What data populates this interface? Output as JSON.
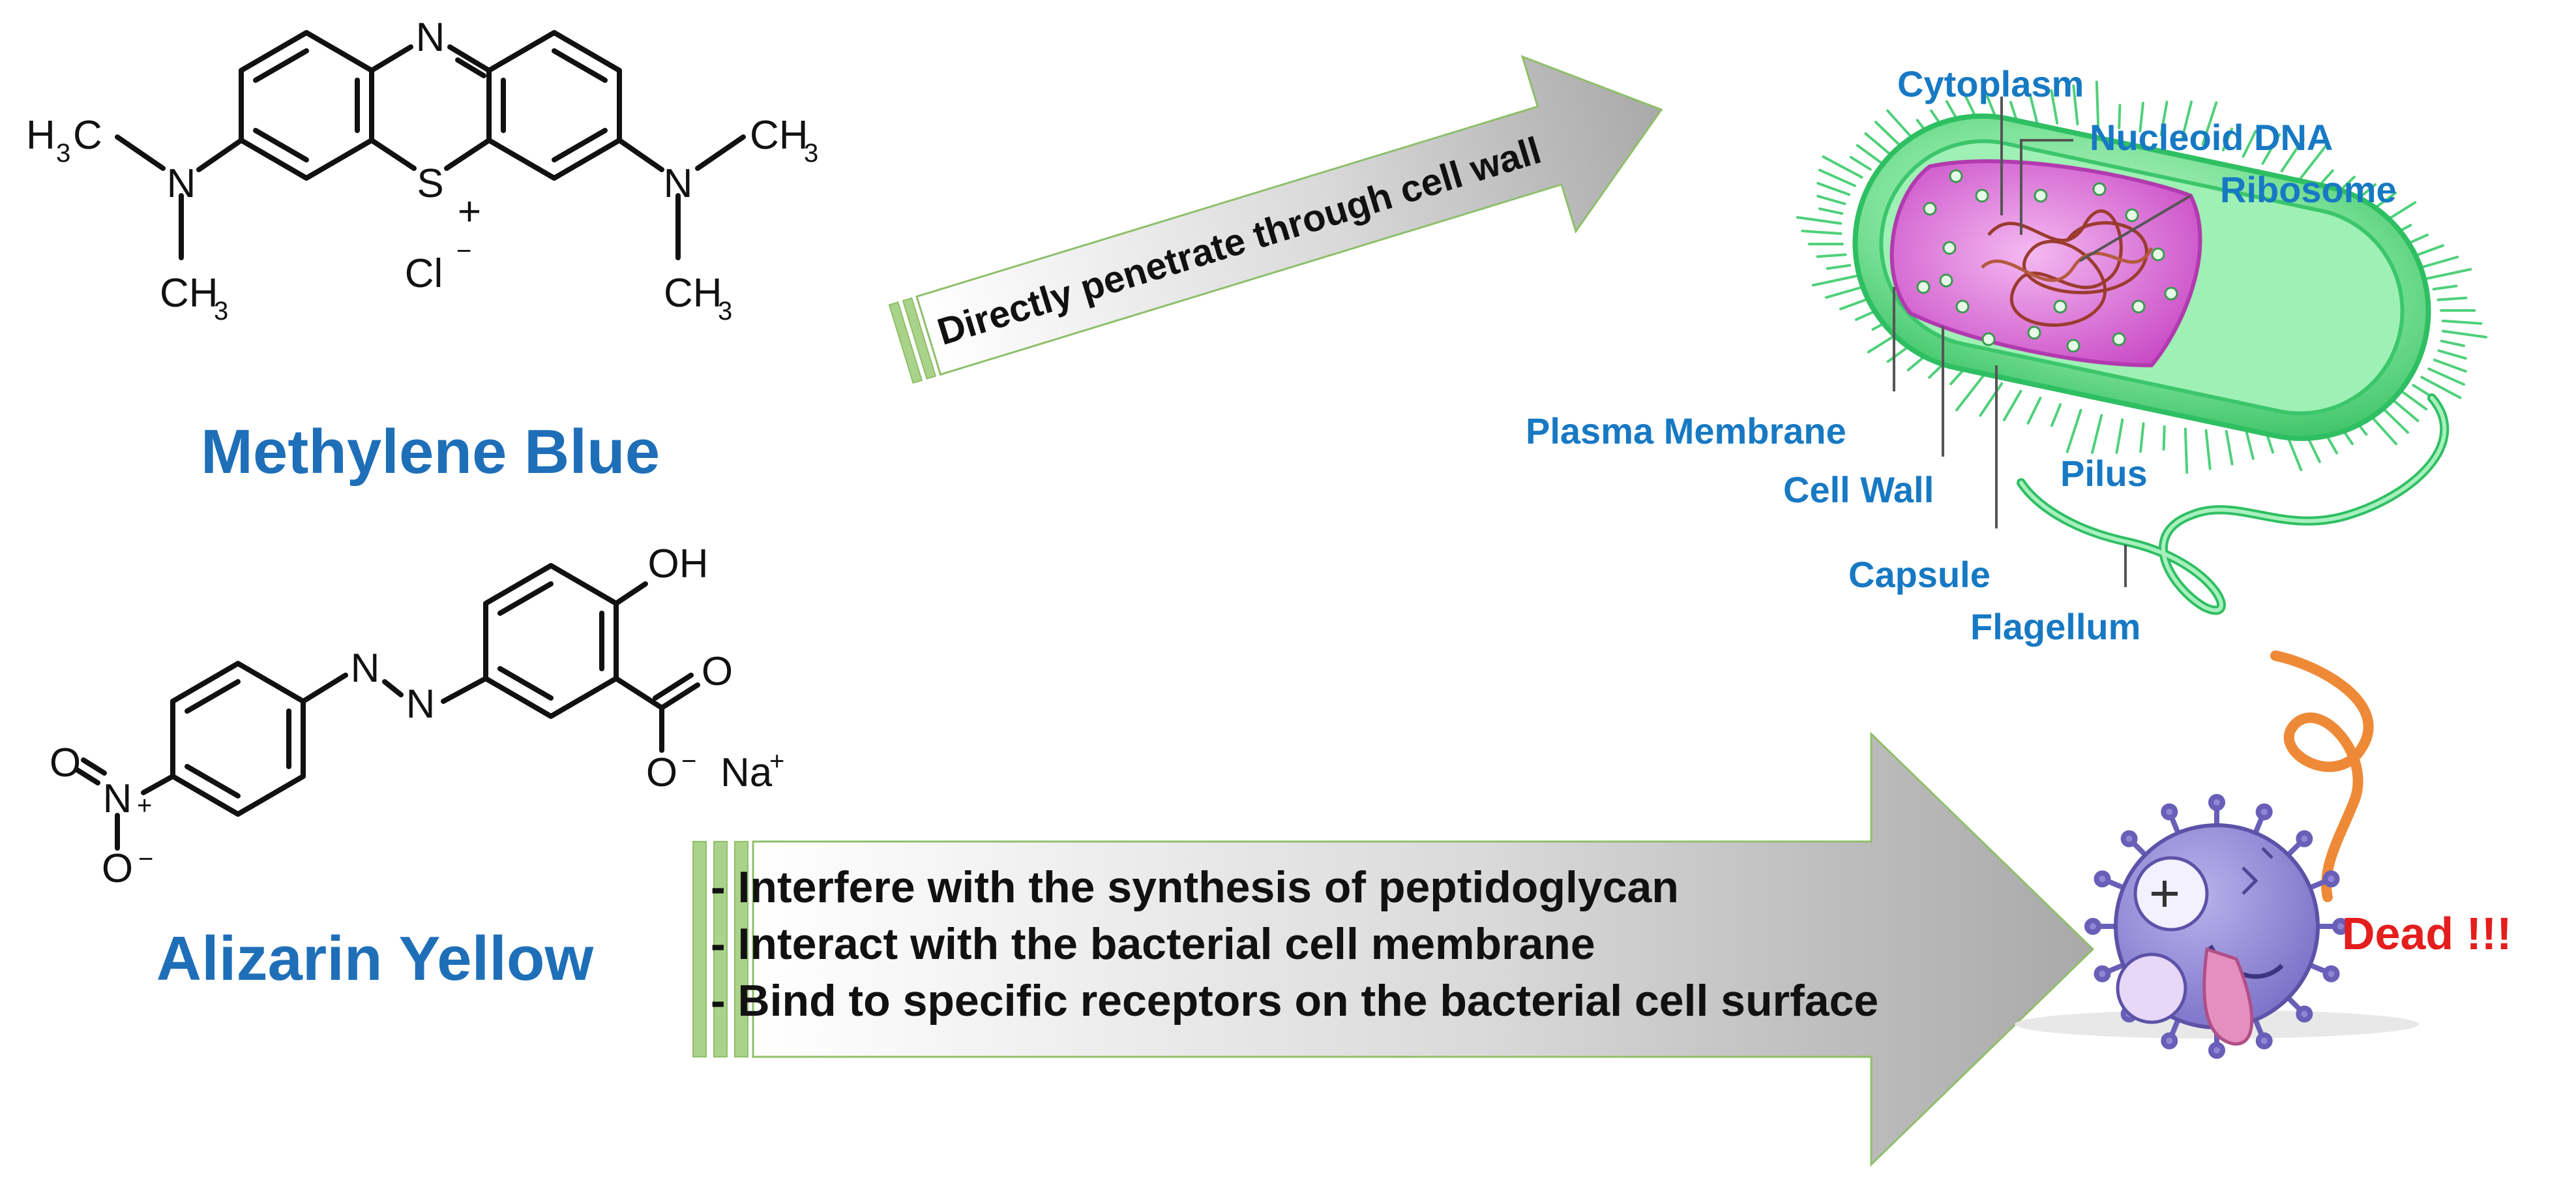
{
  "methylene_blue": {
    "name": "Methylene Blue",
    "atoms": {
      "n_ring": "N",
      "s_ring": "S",
      "charge_plus": "+",
      "chloride": "Cl",
      "chloride_charge": "−",
      "n_left": "N",
      "n_right": "N",
      "ch3": "CH",
      "h3_left": "H",
      "sub3": "3",
      "ch3_right": "CH"
    }
  },
  "alizarin_yellow": {
    "name": "Alizarin Yellow",
    "atoms": {
      "oh": "OH",
      "n_azo1": "N",
      "n_azo2": "N",
      "o_carbonyl": "O",
      "o_minus": "O",
      "o_minus_charge": "−",
      "sodium": "Na",
      "sodium_charge": "+",
      "o_nitro_top": "O",
      "n_nitro": "N",
      "n_nitro_charge": "+",
      "o_nitro_bottom": "O",
      "o_nitro_bottom_charge": "−"
    }
  },
  "arrow_top": {
    "label": "Directly penetrate through cell wall"
  },
  "arrow_bottom": {
    "lines": [
      "- Interfere with the synthesis of peptidoglycan",
      "- Interact with the bacterial cell membrane",
      "- Bind to specific receptors on the bacterial cell surface"
    ]
  },
  "bacterium": {
    "labels": {
      "cytoplasm": "Cytoplasm",
      "nucleoid": "Nucleoid DNA",
      "ribosome": "Ribosome",
      "plasma_membrane": "Plasma Membrane",
      "cell_wall": "Cell Wall",
      "pilus": "Pilus",
      "capsule": "Capsule",
      "flagellum": "Flagellum"
    }
  },
  "outcome": {
    "label": "Dead !!!"
  },
  "colors": {
    "dye_name": "#1e6fb8",
    "cell_label": "#1779c3",
    "dead": "#e41d1d",
    "arrow_fill_light": "#ffffff",
    "arrow_fill_dark": "#a9a9a9",
    "arrow_border": "#8fbf6a",
    "capsule_green": "#6fe08c",
    "cytoplasm_pink": "#d35fd1",
    "bacterium_purple": "#8f86d6",
    "flagellum_orange": "#ee8a37"
  }
}
